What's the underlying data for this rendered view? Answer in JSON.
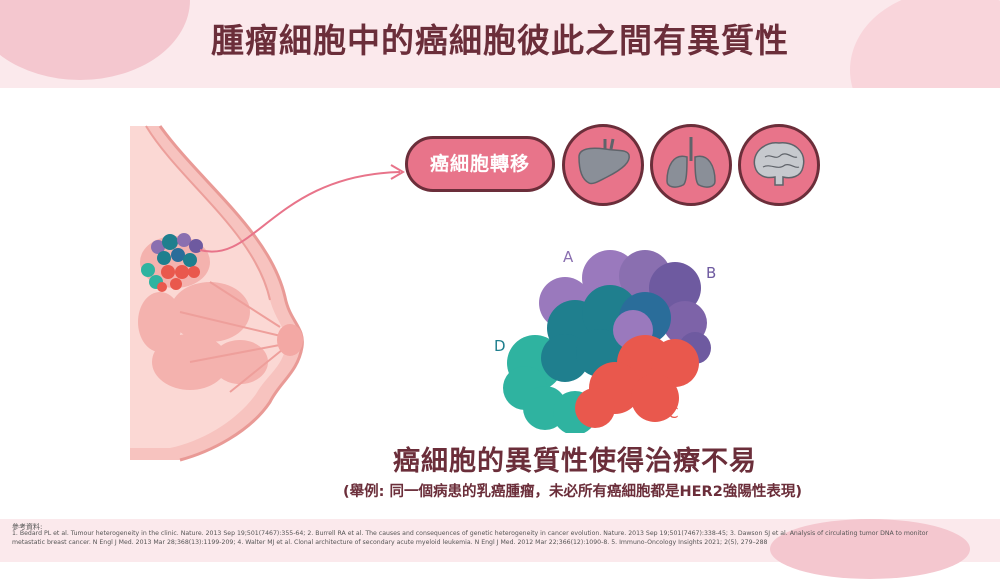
{
  "title": "腫瘤細胞中的癌細胞彼此之間有異質性",
  "metastasis_label": "癌細胞轉移",
  "organs": [
    "liver-icon",
    "lungs-icon",
    "brain-icon"
  ],
  "cluster_labels": [
    "A",
    "B",
    "C",
    "D"
  ],
  "subtitle": "癌細胞的異質性使得治療不易",
  "example": "(舉例: 同一個病患的乳癌腫瘤，未必所有癌細胞都是HER2強陽性表現)",
  "references_label": "參考資料:",
  "references": "1. Bedard PL et al. Tumour heterogeneity in the clinic. Nature. 2013 Sep 19;501(7467):355-64; 2. Burrell RA et al. The causes and consequences of genetic heterogeneity in cancer evolution. Nature. 2013 Sep 19;501(7467):338-45; 3. Dawson SJ et al. Analysis of circulating tumor DNA to monitor metastatic breast cancer. N Engl J Med. 2013 Mar 28;368(13):1199-209; 4. Walter MJ et al. Clonal architecture of secondary acute myeloid leukemia. N Engl J Med. 2012 Mar 22;366(12):1090-8. 5. Immuno-Oncology Insights 2021; 2(5), 279–288",
  "colors": {
    "primary": "#6b2e3a",
    "pink": "#e8748a",
    "purple": "#8a6fb0",
    "teal": "#1f7f8e",
    "red": "#e9584d",
    "mint": "#2fb3a0"
  }
}
